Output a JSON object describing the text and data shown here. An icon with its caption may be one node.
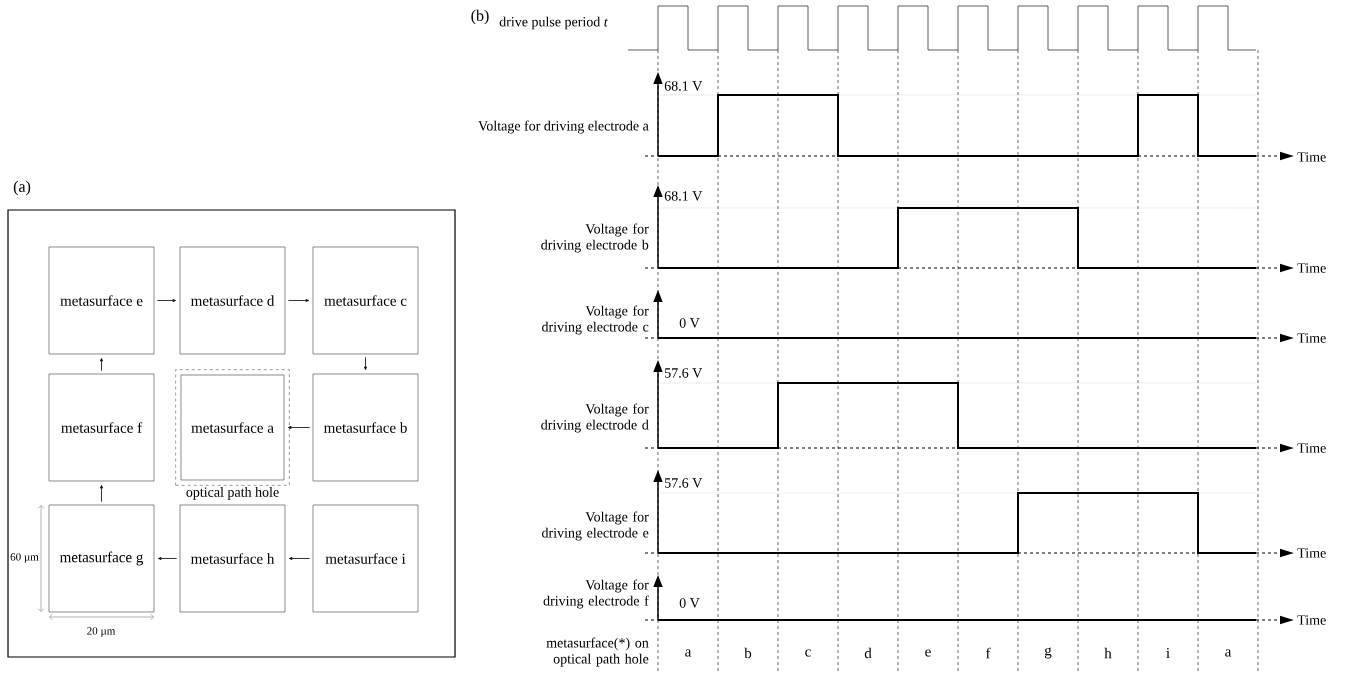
{
  "diagram": {
    "nodes": [
      {
        "text": [
          "metasurface e"
        ]
      },
      {
        "text": [
          "metasurface d"
        ]
      },
      {
        "text": [
          "metasurface c"
        ]
      },
      {
        "text": [
          "metasurface f"
        ]
      },
      {
        "text": [
          "optical path hole"
        ]
      },
      {
        "text": [
          "metasurface a"
        ],
        "in": 4
      },
      {
        "text": [
          "metasurface b"
        ]
      },
      {
        "text": [
          "metasurface g"
        ]
      },
      {
        "text": [
          "metasurface h"
        ]
      },
      {
        "text": [
          "metasurface i"
        ]
      }
    ],
    "edges": [
      {
        "from": 0,
        "to": 1,
        "arrow": "to"
      },
      {
        "from": 1,
        "to": 2,
        "arrow": "to"
      },
      {
        "from": 2,
        "to": 6,
        "arrow": "to"
      },
      {
        "from": 6,
        "to": 5,
        "arrow": "to"
      },
      {
        "from": 9,
        "to": 8,
        "arrow": "to"
      },
      {
        "from": 8,
        "to": 7,
        "arrow": "to"
      },
      {
        "from": 7,
        "to": 3,
        "arrow": "to"
      },
      {
        "from": 3,
        "to": 0,
        "arrow": "to"
      }
    ],
    "labels": [
      "(b)",
      "drive pulse period *t*",
      "68.1 V",
      "Voltage for driving electrode a",
      "Time",
      "68.1 V",
      "Voltage for driving electrode b",
      "Time",
      "Voltage for driving electrode c",
      "0 V",
      "Time",
      "57.6 V",
      "Voltage for driving electrode d",
      "Time",
      "57.6 V",
      "Voltage for driving electrode e",
      "Time",
      "Voltage for driving electrode f",
      "0 V",
      "Time",
      "metasurface(*) on optical path hole",
      "a",
      "b",
      "c",
      "d",
      "e",
      "f",
      "g",
      "h",
      "i",
      "a",
      "(a)",
      "60 µm",
      "20 µm"
    ]
  }
}
